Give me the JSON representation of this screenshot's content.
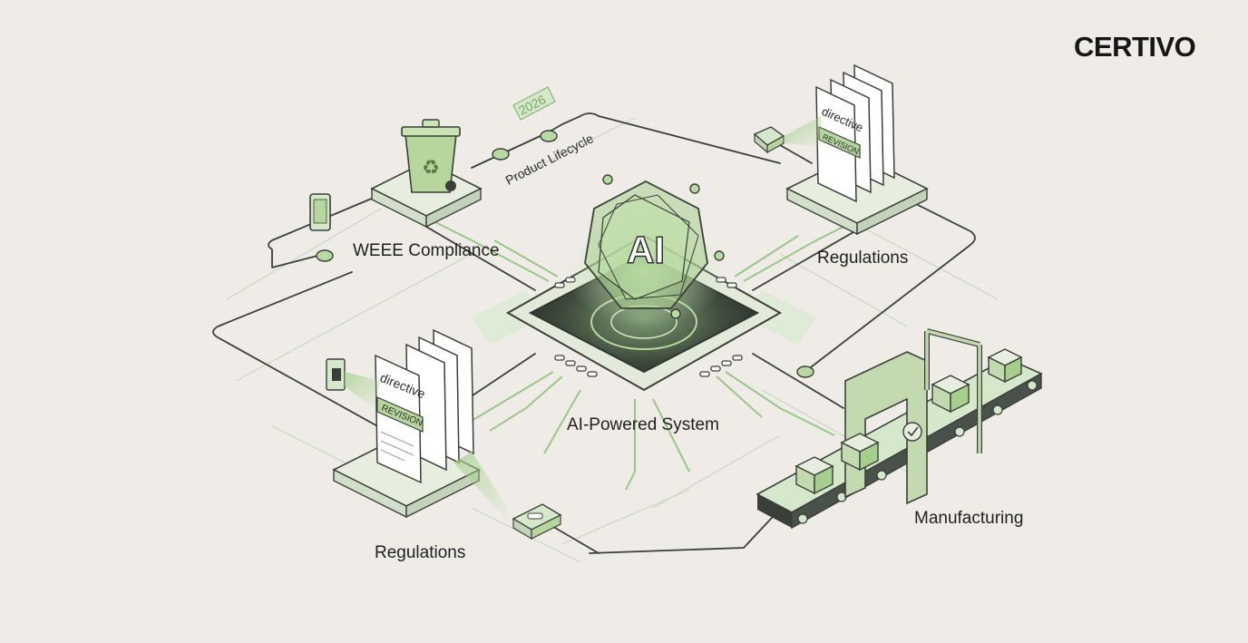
{
  "brand": {
    "name": "CERTIVO"
  },
  "labels": {
    "weee": "WEEE Compliance",
    "lifecycle": "Product Lifecycle",
    "year": "2026",
    "ai_core": "AI",
    "ai_system": "AI-Powered System",
    "regulations_top": "Regulations",
    "regulations_bottom": "Regulations",
    "manufacturing": "Manufacturing"
  },
  "documents": {
    "title": "directive",
    "stamp": "REVISION"
  },
  "icons": [
    "recycle-bin-icon",
    "smartphone-icon",
    "ai-chip-icon",
    "document-stack-icon",
    "camera-icon",
    "conveyor-belt-icon",
    "checkmark-icon",
    "box-icon"
  ],
  "colors": {
    "background": "#efece8",
    "accent": "#9cc58a",
    "accent_light": "#d6e8cb",
    "line": "#3b3f3a",
    "chip_dark": "#2f3430"
  }
}
